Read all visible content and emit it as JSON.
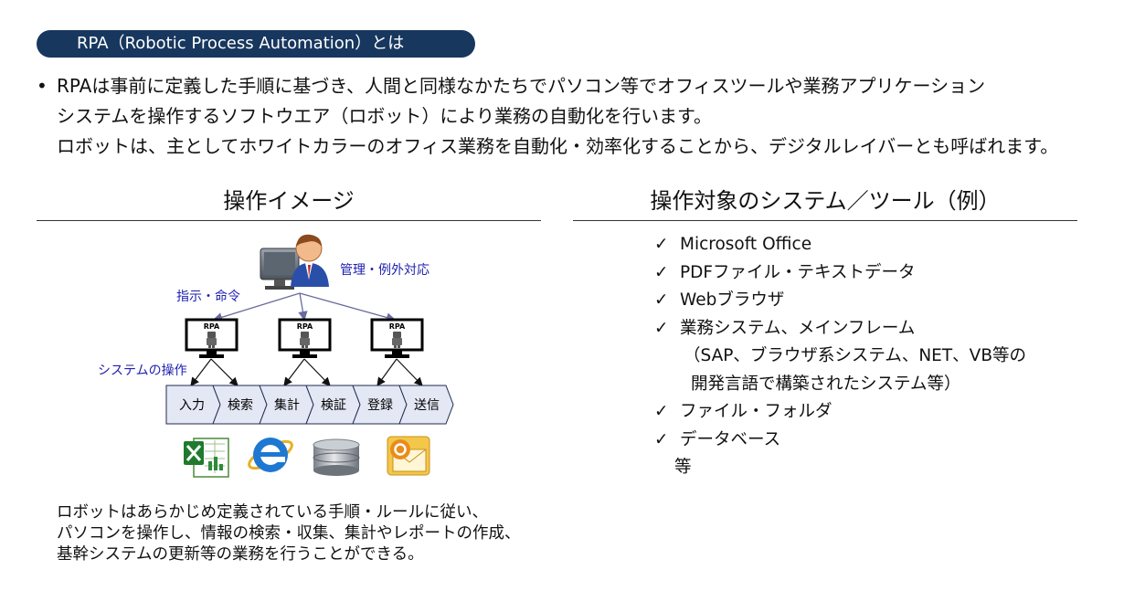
{
  "header": {
    "title": "RPA（Robotic Process Automation）とは"
  },
  "intro": {
    "bullet": "•",
    "lines": [
      "RPAは事前に定義した手順に基づき、人間と同様なかたちでパソコン等でオフィスツールや業務アプリケーション",
      "システムを操作するソフトウエア（ロボット）により業務の自動化を行います。",
      "ロボットは、主としてホワイトカラーのオフィス業務を自動化・効率化することから、デジタルレイバーとも呼ばれます。"
    ]
  },
  "left": {
    "title": "操作イメージ",
    "diagram": {
      "admin_label": "管理・例外対応",
      "command_label": "指示・命令",
      "system_label": "システムの操作",
      "robot_screen_label": "RPA",
      "steps": [
        "入力",
        "検索",
        "集計",
        "検証",
        "登録",
        "送信"
      ],
      "arrow_color": "#6a6aa0",
      "label_color": "#1f1fb0"
    },
    "caption": [
      "ロボットはあらかじめ定義されている手順・ルールに従い、",
      "パソコンを操作し、情報の検索・収集、集計やレポートの作成、",
      "基幹システムの更新等の業務を行うことができる。"
    ]
  },
  "right": {
    "title": "操作対象のシステム／ツール（例）",
    "check": "✓",
    "items": [
      "Microsoft Office",
      "PDFファイル・テキストデータ",
      "Webブラウザ",
      "業務システム、メインフレーム"
    ],
    "note_lines": [
      "（SAP、ブラウザ系システム、NET、VB等の",
      "開発言語で構築されたシステム等）"
    ],
    "items2": [
      "ファイル・フォルダ",
      "データベース"
    ],
    "etc": "等"
  },
  "colors": {
    "pill_bg": "#17375e",
    "step_fill": "#e4e8f4",
    "step_stroke": "#1f2a50"
  }
}
